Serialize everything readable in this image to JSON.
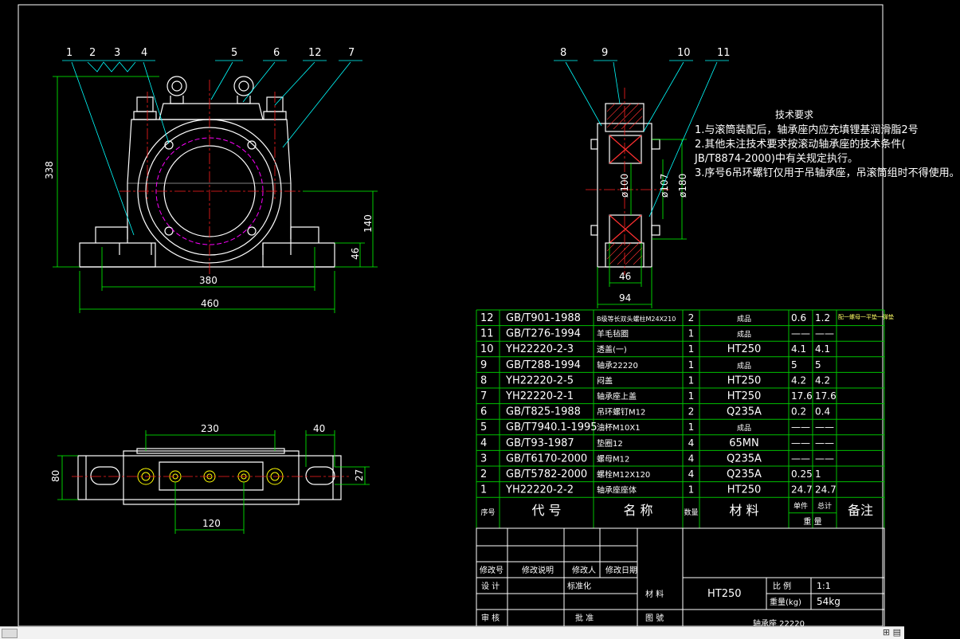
{
  "drawing": {
    "front_view": {
      "part_labels": [
        "1",
        "2",
        "3",
        "4",
        "5",
        "6",
        "12",
        "7"
      ],
      "dims": {
        "height_total": "338",
        "width_bolt": "380",
        "width_total": "460",
        "height_center": "140",
        "height_base": "46"
      }
    },
    "side_view": {
      "part_labels": [
        "8",
        "9",
        "10",
        "11"
      ],
      "dims": {
        "dia_inner": "ø100",
        "dia_mid": "ø107",
        "dia_outer": "ø180",
        "width_inner": "46",
        "width_total": "94"
      }
    },
    "top_view": {
      "dims": {
        "top_span": "230",
        "slot_width": "40",
        "depth": "80",
        "slot_height": "27",
        "bolt_span": "120"
      }
    }
  },
  "tech_requirements": {
    "title": "技术要求",
    "lines": [
      "1.与滚筒装配后，轴承座内应充填锂基润滑脂2号",
      "2.其他未注技术要求按滚动轴承座的技术条件(",
      "JB/T8874-2000)中有关规定执行。",
      "3.序号6吊环螺钉仅用于吊轴承座，吊滚筒组时不得使用。"
    ]
  },
  "bom": {
    "rows": [
      {
        "no": "12",
        "code": "GB/T901-1988",
        "name": "B级等长双头螺柱M24X210",
        "qty": "2",
        "material": "成品",
        "unit": "0.6",
        "total": "1.2",
        "note": "配一螺母一平垫一弹垫"
      },
      {
        "no": "11",
        "code": "GB/T276-1994",
        "name": "羊毛毡圈",
        "qty": "1",
        "material": "成品",
        "unit": "——",
        "total": "——",
        "note": ""
      },
      {
        "no": "10",
        "code": "YH22220-2-3",
        "name": "透盖(一)",
        "qty": "1",
        "material": "HT250",
        "unit": "4.1",
        "total": "4.1",
        "note": ""
      },
      {
        "no": "9",
        "code": "GB/T288-1994",
        "name": "轴承22220",
        "qty": "1",
        "material": "成品",
        "unit": "5",
        "total": "5",
        "note": ""
      },
      {
        "no": "8",
        "code": "YH22220-2-5",
        "name": "闷盖",
        "qty": "1",
        "material": "HT250",
        "unit": "4.2",
        "total": "4.2",
        "note": ""
      },
      {
        "no": "7",
        "code": "YH22220-2-1",
        "name": "轴承座上盖",
        "qty": "1",
        "material": "HT250",
        "unit": "17.6",
        "total": "17.6",
        "note": ""
      },
      {
        "no": "6",
        "code": "GB/T825-1988",
        "name": "吊环螺钉M12",
        "qty": "2",
        "material": "Q235A",
        "unit": "0.2",
        "total": "0.4",
        "note": ""
      },
      {
        "no": "5",
        "code": "GB/T7940.1-1995",
        "name": "油杯M10X1",
        "qty": "1",
        "material": "成品",
        "unit": "——",
        "total": "——",
        "note": ""
      },
      {
        "no": "4",
        "code": "GB/T93-1987",
        "name": "垫圈12",
        "qty": "4",
        "material": "65MN",
        "unit": "——",
        "total": "——",
        "note": ""
      },
      {
        "no": "3",
        "code": "GB/T6170-2000",
        "name": "螺母M12",
        "qty": "4",
        "material": "Q235A",
        "unit": "——",
        "total": "——",
        "note": ""
      },
      {
        "no": "2",
        "code": "GB/T5782-2000",
        "name": "螺栓M12X120",
        "qty": "4",
        "material": "Q235A",
        "unit": "0.25",
        "total": "1",
        "note": ""
      },
      {
        "no": "1",
        "code": "YH22220-2-2",
        "name": "轴承座座体",
        "qty": "1",
        "material": "HT250",
        "unit": "24.7",
        "total": "24.7",
        "note": ""
      }
    ],
    "header": {
      "no": "序号",
      "code": "代 号",
      "name": "名 称",
      "qty": "数量",
      "material": "材 料",
      "single": "单件",
      "total": "总计",
      "weight": "重 量",
      "note": "备注"
    }
  },
  "title_block": {
    "rev_headers": [
      "修改号",
      "修改说明",
      "修改人",
      "修改日期"
    ],
    "design": "设 计",
    "standardize": "标准化",
    "review": "审 核",
    "approve": "批 准",
    "material_label": "材 料",
    "material_value": "HT250",
    "scale_label": "比 例",
    "scale_value": "1:1",
    "weight_label": "重量(kg)",
    "weight_value": "54kg",
    "drawing_no_label": "图 號",
    "drawing_no_value": "轴承座 22220"
  },
  "colors": {
    "background": "#000000",
    "lines": "#ffffff",
    "dims": "#00ff00",
    "leaders": "#00ffff",
    "center": "#ff2020",
    "hidden": "#ff00ff",
    "table": "#00c000",
    "bolt": "#ffff00"
  }
}
